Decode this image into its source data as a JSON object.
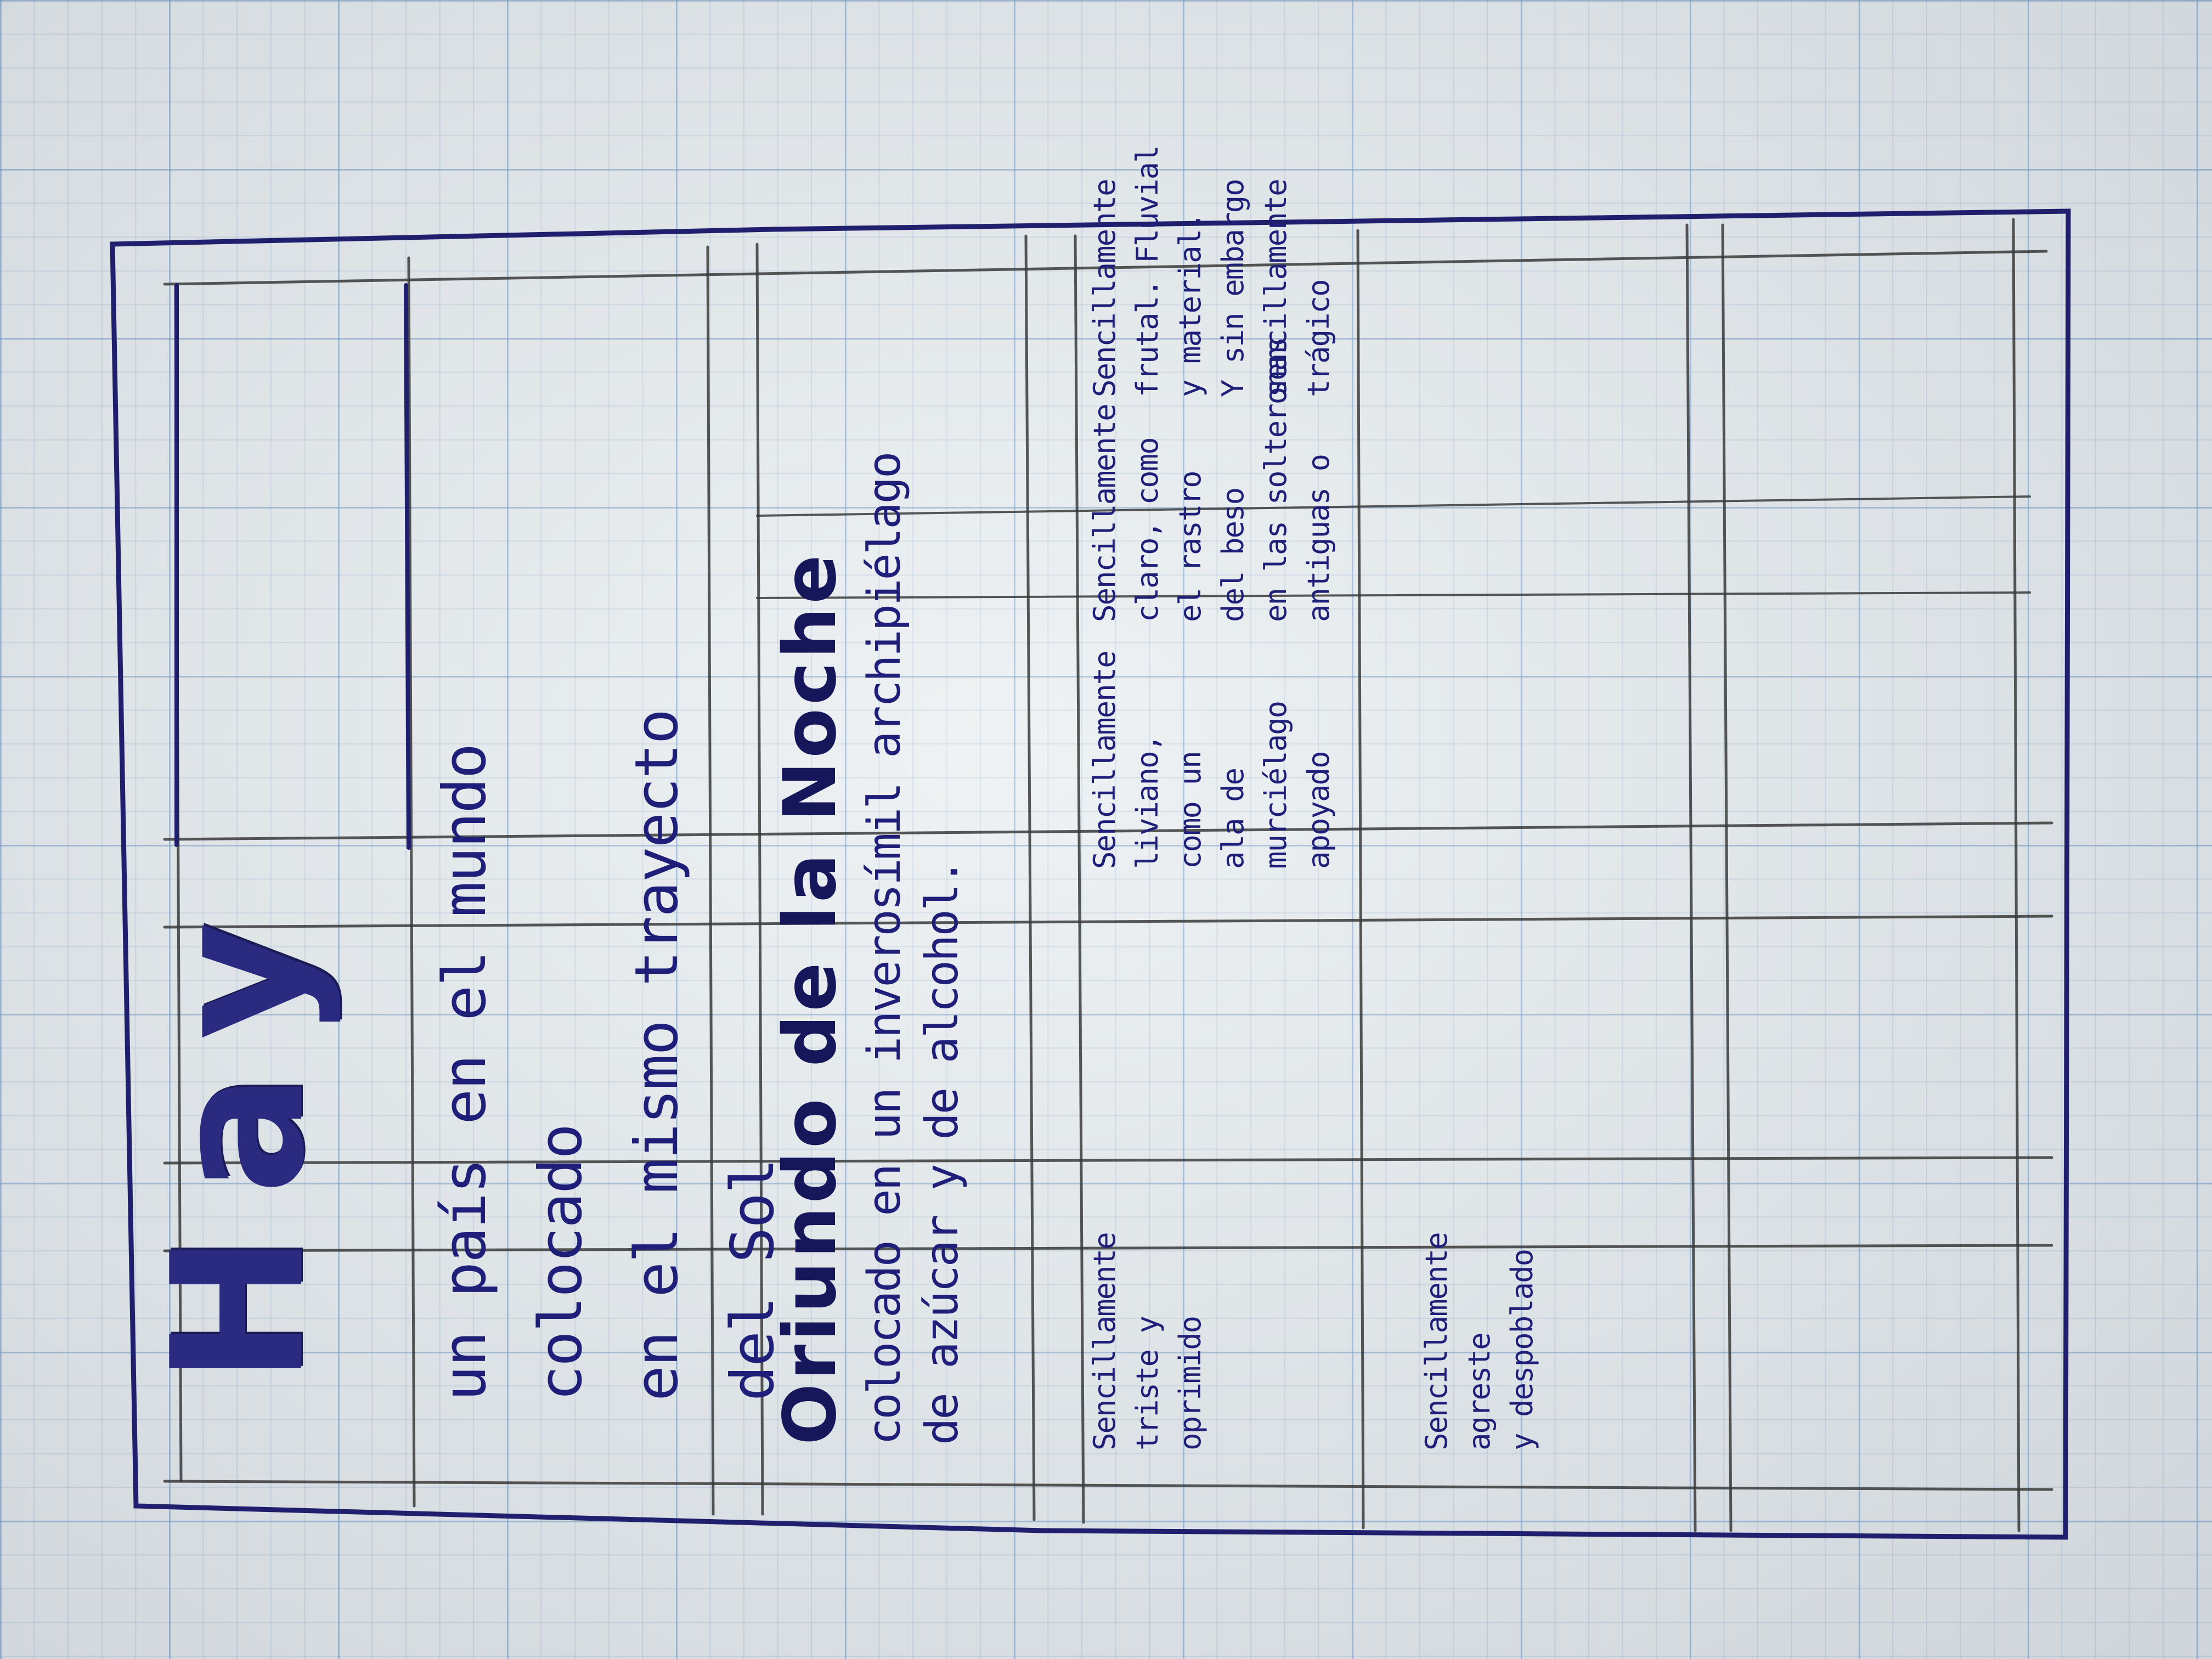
{
  "photo": {
    "subject": "",
    "title": "Hay",
    "stanza_1": "un país en el mundo\ncolocado\nen el mismo trayecto\ndel Sol",
    "heading": "Oriundo de la Noche",
    "stanza_2": "colocado en un inverosímil archipiélago\nde azúcar y de alcohol.",
    "cells": [
      {
        "text": "Sencillamente\ntriste y\noprimido"
      },
      {
        "text": "Sencillamente\nliviano,\ncomo un\nala de\nmurciélago\napoyado"
      },
      {
        "text": "Sencillamente\nclaro, como\nel rastro\ndel beso\nen las solteronas\nantiguas o"
      },
      {
        "text": "Sencillamente\nfrutal. Fluvial\ny material.\nY sin embargo\nsencillamente\ntrágico"
      },
      {
        "text": "Sencillamente\nagreste\ny despoblado"
      }
    ],
    "ink_color": "#1f1f6e",
    "pencil_color": "#3a3a3a",
    "paper_grid_color": "#5f8cbe"
  }
}
